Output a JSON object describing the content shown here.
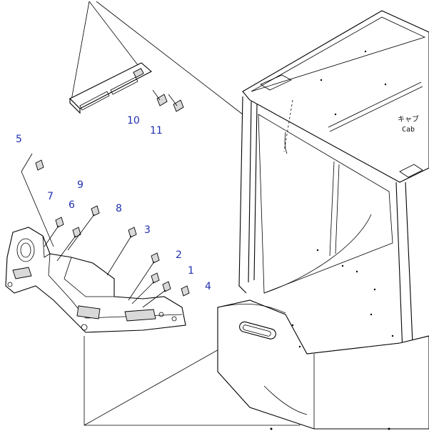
{
  "labels": {
    "c1": "1",
    "c2": "2",
    "c3": "3",
    "c4": "4",
    "c5": "5",
    "c6": "6",
    "c7": "7",
    "c8": "8",
    "c9": "9",
    "c10": "10",
    "c11": "11"
  },
  "cab": {
    "jp": "キャブ",
    "en": "Cab"
  },
  "colors": {
    "callout": "#1f2fb0",
    "line": "#000000"
  }
}
